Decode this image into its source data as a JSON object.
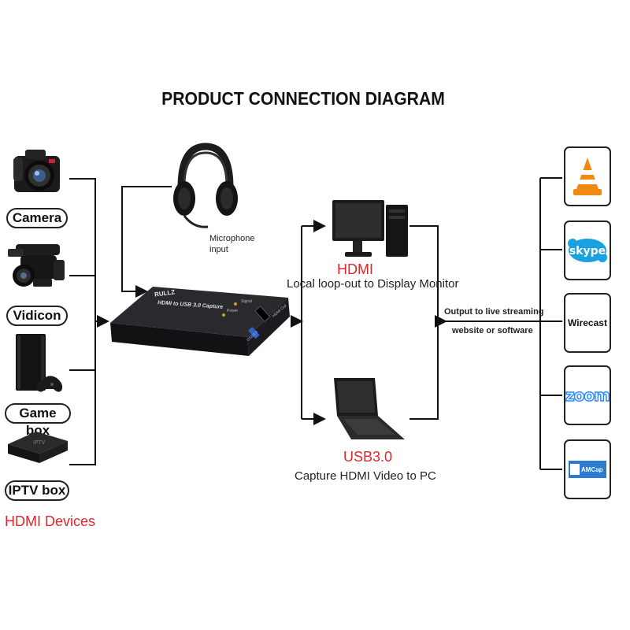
{
  "title": "PRODUCT CONNECTION DIAGRAM",
  "devices": [
    {
      "label": "Camera",
      "icon": "camera-icon"
    },
    {
      "label": "Vidicon",
      "icon": "camcorder-icon"
    },
    {
      "label": "Game box",
      "icon": "game-console-icon"
    },
    {
      "label": "IPTV box",
      "icon": "iptv-box-icon"
    }
  ],
  "devices_caption": "HDMI Devices",
  "microphone_label": "Microphone\ninput",
  "capture_device": {
    "brand": "RULLZ",
    "model": "HDMI to USB 3.0 Capture",
    "port_hdmi": "HDMI Out",
    "port_usb": "USB3.0",
    "led1": "Power",
    "led2": "Signal"
  },
  "monitor": {
    "heading": "HDMI",
    "caption": "Local loop-out to Display Monitor"
  },
  "pc": {
    "heading": "USB3.0",
    "caption": "Capture HDMI Video to PC"
  },
  "output_label_line1": "Output to live streaming",
  "output_label_line2": "website or software",
  "apps": [
    {
      "name": "VLC",
      "icon": "vlc-icon"
    },
    {
      "name": "skype",
      "icon": "skype-icon"
    },
    {
      "name": "Wirecast",
      "icon": "wirecast-icon"
    },
    {
      "name": "zoom",
      "icon": "zoom-icon"
    },
    {
      "name": "AMCap",
      "icon": "amcap-icon"
    }
  ],
  "colors": {
    "accent_red": "#e0262b",
    "device_body": "#1d1d20",
    "usb_blue": "#2f63c8"
  }
}
